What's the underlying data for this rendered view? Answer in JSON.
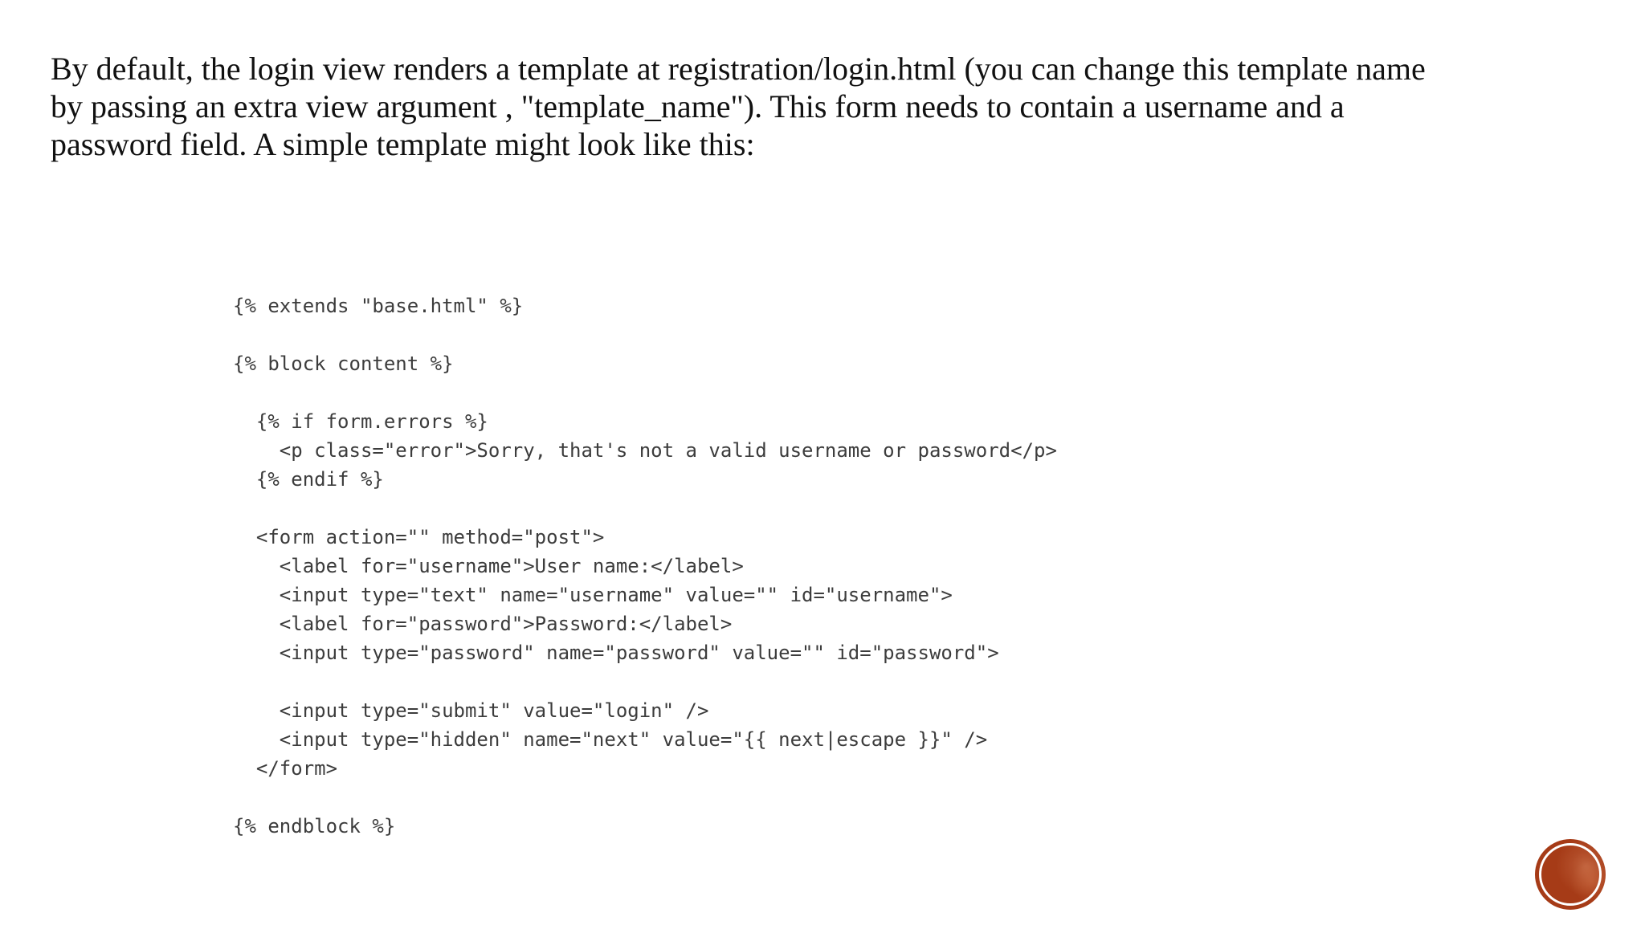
{
  "slide": {
    "background": "#ffffff",
    "paragraph": {
      "lines": [
        "By default, the login view renders a template at registration/login.html (you can change this template name",
        "by passing an extra view argument , \"template_name\"). This form needs to contain a username and a",
        "password field. A simple template might look like this:"
      ]
    },
    "code": {
      "language": "django-template",
      "lines": [
        "{% extends \"base.html\" %}",
        "",
        "{% block content %}",
        "",
        "  {% if form.errors %}",
        "    <p class=\"error\">Sorry, that's not a valid username or password</p>",
        "  {% endif %}",
        "",
        "  <form action=\"\" method=\"post\">",
        "    <label for=\"username\">User name:</label>",
        "    <input type=\"text\" name=\"username\" value=\"\" id=\"username\">",
        "    <label for=\"password\">Password:</label>",
        "    <input type=\"password\" name=\"password\" value=\"\" id=\"password\">",
        "",
        "    <input type=\"submit\" value=\"login\" />",
        "    <input type=\"hidden\" name=\"next\" value=\"{{ next|escape }}\" />",
        "  </form>",
        "",
        "{% endblock %}"
      ]
    },
    "seal": {
      "color": "#a63b17",
      "ring_color": "#ffffff"
    }
  }
}
